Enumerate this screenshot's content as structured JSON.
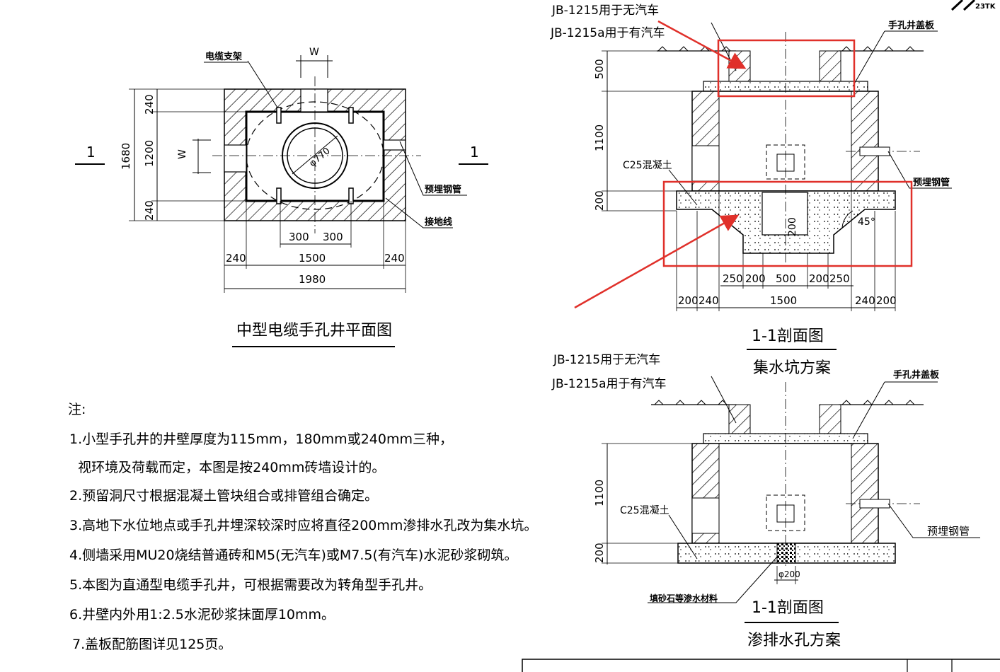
{
  "plan": {
    "title": "中型电缆手孔井平面图",
    "label_cable_bracket": "电缆支架",
    "label_steel_pipe": "预埋钢管",
    "label_ground_wire": "接地线",
    "label_w_top": "W",
    "label_w_left": "W",
    "section_mark_left": "1",
    "section_mark_right": "1",
    "diameter": "φ770",
    "dim_1680": "1680",
    "dim_240_top": "240",
    "dim_1200": "1200",
    "dim_240_bottom": "240",
    "dim_300_a": "300",
    "dim_300_b": "300",
    "dim_240_left": "240",
    "dim_1500": "1500",
    "dim_240_right": "240",
    "dim_1980": "1980"
  },
  "section_a": {
    "title": "1-1剖面图",
    "subtitle": "集水坑方案",
    "label_no_vehicle": "JB-1215用于无汽车",
    "label_vehicle": "JB-1215a用于有汽车",
    "label_cover": "手孔井盖板",
    "label_concrete": "C25混凝土",
    "label_pipe": "预埋钢管",
    "dim_500": "500",
    "dim_1100": "1100",
    "dim_200": "200",
    "dim_200_pit": "200",
    "angle": "45°",
    "bottom_dims": [
      "250",
      "200",
      "500",
      "200",
      "250"
    ],
    "dim_200_l": "200",
    "dim_240_l": "240",
    "dim_1500": "1500",
    "dim_240_r": "240",
    "dim_200_r": "200"
  },
  "section_b": {
    "title": "1-1剖面图",
    "subtitle": "渗排水孔方案",
    "label_no_vehicle": "JB-1215用于无汽车",
    "label_vehicle": "JB-1215a用于有汽车",
    "label_cover": "手孔井盖板",
    "label_concrete": "C25混凝土",
    "label_pipe": "预埋钢管",
    "label_fill": "填砂石等渗水材料",
    "dim_1100": "1100",
    "dim_200": "200",
    "dim_phi200": "φ200"
  },
  "notes": {
    "heading": "注:",
    "items": [
      "1.小型手孔井的井壁厚度为115mm，180mm或240mm三种，",
      "  视环境及荷载而定，本图是按240mm砖墙设计的。",
      "2.预留洞尺寸根据混凝土管块组合或排管组合确定。",
      "3.高地下水位地点或手孔井埋深较深时应将直径200mm渗排水孔改为集水坑。",
      "4.侧墙采用MU20烧结普通砖和M5(无汽车)或M7.5(有汽车)水泥砂浆砌筑。",
      "5.本图为直通型电缆手孔井，可根据需要改为转角型手孔井。",
      "6.井壁内外用1:2.5水泥砂浆抹面厚10mm。",
      "7.盖板配筋图详见125页。"
    ]
  },
  "corner_logo": "23TK",
  "colors": {
    "highlight": "#e0302a",
    "line": "#000000"
  }
}
